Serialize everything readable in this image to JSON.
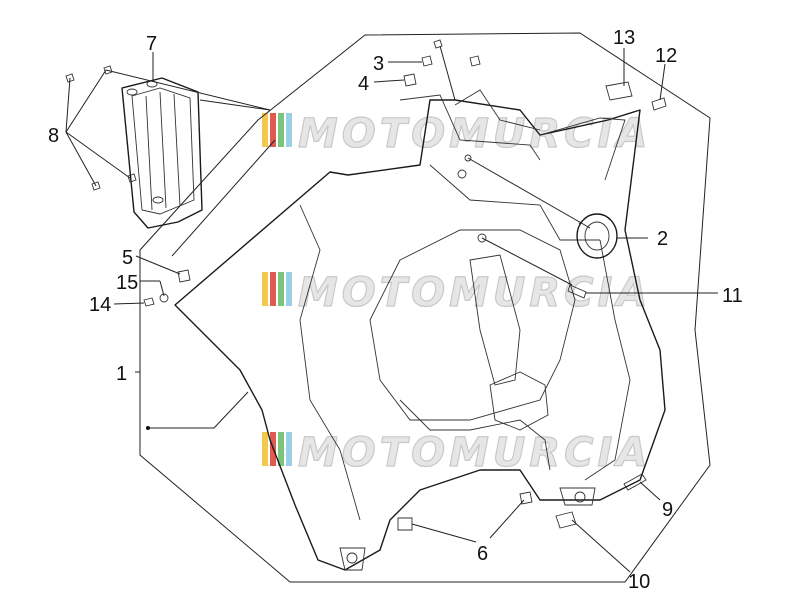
{
  "watermark": {
    "text": "MOTOMURCIA",
    "colors": [
      "#f2c94c",
      "#e05a4e",
      "#7cc47c",
      "#9ad0e6"
    ]
  },
  "callouts": {
    "n1": "1",
    "n2": "2",
    "n3": "3",
    "n4": "4",
    "n5": "5",
    "n6": "6",
    "n7": "7",
    "n8": "8",
    "n9": "9",
    "n10": "10",
    "n11": "11",
    "n12": "12",
    "n13": "13",
    "n14": "14",
    "n15": "15"
  },
  "colors": {
    "line": "#1a1a1a",
    "watermark_fill": "#e6e6e6"
  }
}
